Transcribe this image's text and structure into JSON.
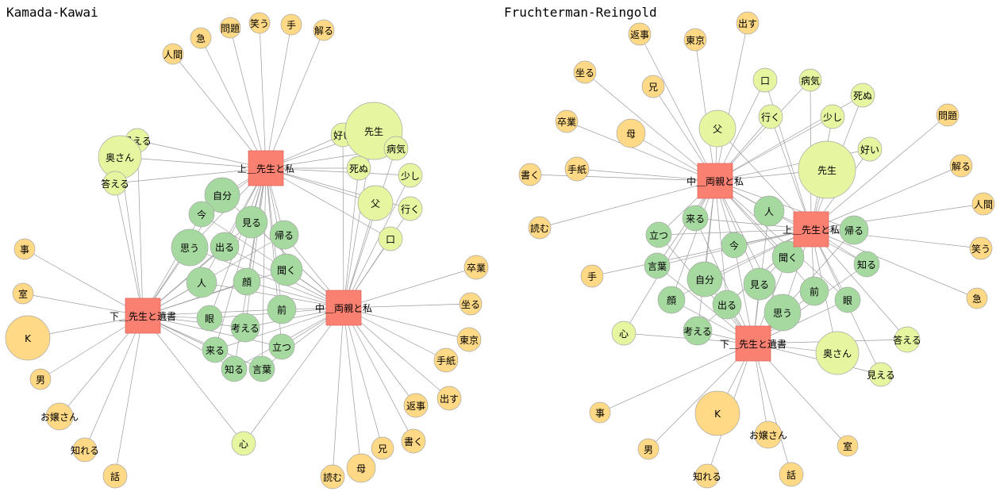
{
  "colors": {
    "hub": "#fa8072",
    "orange": "#ffd985",
    "yellow": "#e5f5a0",
    "green": "#a6d9a0",
    "edge": "#9c9c9c"
  },
  "panels": [
    {
      "id": "kk",
      "title": "Kamada-Kawai",
      "hubs": [
        {
          "id": "upper",
          "label": "上＿先生と私"
        },
        {
          "id": "middle",
          "label": "中＿両親と私"
        },
        {
          "id": "lower",
          "label": "下＿先生と遺書"
        }
      ]
    },
    {
      "id": "fr",
      "title": "Fruchterman-Reingold",
      "hubs": [
        {
          "id": "upper",
          "label": "上＿先生と私"
        },
        {
          "id": "middle",
          "label": "中＿両親と私"
        },
        {
          "id": "lower",
          "label": "下＿先生と遺書"
        }
      ]
    }
  ],
  "words": [
    {
      "label": "人間",
      "color": "orange",
      "hubs": [
        "upper"
      ]
    },
    {
      "label": "急",
      "color": "orange",
      "hubs": [
        "upper"
      ]
    },
    {
      "label": "問題",
      "color": "orange",
      "hubs": [
        "upper"
      ]
    },
    {
      "label": "笑う",
      "color": "orange",
      "hubs": [
        "upper"
      ]
    },
    {
      "label": "手",
      "color": "orange",
      "hubs": [
        "upper"
      ]
    },
    {
      "label": "解る",
      "color": "orange",
      "hubs": [
        "upper"
      ]
    },
    {
      "label": "見える",
      "color": "yellow",
      "hubs": [
        "upper",
        "lower"
      ]
    },
    {
      "label": "奥さん",
      "color": "yellow",
      "hubs": [
        "upper",
        "lower"
      ]
    },
    {
      "label": "答える",
      "color": "yellow",
      "hubs": [
        "upper",
        "lower"
      ]
    },
    {
      "label": "好い",
      "color": "yellow",
      "hubs": [
        "upper",
        "middle"
      ]
    },
    {
      "label": "先生",
      "color": "yellow",
      "hubs": [
        "upper",
        "middle"
      ]
    },
    {
      "label": "病気",
      "color": "yellow",
      "hubs": [
        "upper",
        "middle"
      ]
    },
    {
      "label": "死ぬ",
      "color": "yellow",
      "hubs": [
        "upper",
        "middle"
      ]
    },
    {
      "label": "少し",
      "color": "yellow",
      "hubs": [
        "upper",
        "middle"
      ]
    },
    {
      "label": "父",
      "color": "yellow",
      "hubs": [
        "upper",
        "middle"
      ]
    },
    {
      "label": "行く",
      "color": "yellow",
      "hubs": [
        "upper",
        "middle"
      ]
    },
    {
      "label": "口",
      "color": "yellow",
      "hubs": [
        "upper",
        "middle"
      ]
    },
    {
      "label": "心",
      "color": "yellow",
      "hubs": [
        "middle",
        "lower"
      ]
    },
    {
      "label": "自分",
      "color": "green",
      "hubs": [
        "upper",
        "middle",
        "lower"
      ]
    },
    {
      "label": "今",
      "color": "green",
      "hubs": [
        "upper",
        "middle",
        "lower"
      ]
    },
    {
      "label": "見る",
      "color": "green",
      "hubs": [
        "upper",
        "middle",
        "lower"
      ]
    },
    {
      "label": "帰る",
      "color": "green",
      "hubs": [
        "upper",
        "middle",
        "lower"
      ]
    },
    {
      "label": "思う",
      "color": "green",
      "hubs": [
        "upper",
        "middle",
        "lower"
      ]
    },
    {
      "label": "出る",
      "color": "green",
      "hubs": [
        "upper",
        "middle",
        "lower"
      ]
    },
    {
      "label": "聞く",
      "color": "green",
      "hubs": [
        "upper",
        "middle",
        "lower"
      ]
    },
    {
      "label": "人",
      "color": "green",
      "hubs": [
        "upper",
        "middle",
        "lower"
      ]
    },
    {
      "label": "顔",
      "color": "green",
      "hubs": [
        "upper",
        "middle",
        "lower"
      ]
    },
    {
      "label": "前",
      "color": "green",
      "hubs": [
        "upper",
        "middle",
        "lower"
      ]
    },
    {
      "label": "眼",
      "color": "green",
      "hubs": [
        "upper",
        "middle",
        "lower"
      ]
    },
    {
      "label": "考える",
      "color": "green",
      "hubs": [
        "upper",
        "middle",
        "lower"
      ]
    },
    {
      "label": "来る",
      "color": "green",
      "hubs": [
        "upper",
        "middle",
        "lower"
      ]
    },
    {
      "label": "立つ",
      "color": "green",
      "hubs": [
        "upper",
        "middle",
        "lower"
      ]
    },
    {
      "label": "知る",
      "color": "green",
      "hubs": [
        "upper",
        "middle",
        "lower"
      ]
    },
    {
      "label": "言葉",
      "color": "green",
      "hubs": [
        "upper",
        "middle",
        "lower"
      ]
    },
    {
      "label": "事",
      "color": "orange",
      "hubs": [
        "lower"
      ]
    },
    {
      "label": "室",
      "color": "orange",
      "hubs": [
        "lower"
      ]
    },
    {
      "label": "K",
      "color": "orange",
      "hubs": [
        "lower"
      ]
    },
    {
      "label": "男",
      "color": "orange",
      "hubs": [
        "lower"
      ]
    },
    {
      "label": "お嬢さん",
      "color": "orange",
      "hubs": [
        "lower"
      ]
    },
    {
      "label": "知れる",
      "color": "orange",
      "hubs": [
        "lower"
      ]
    },
    {
      "label": "話",
      "color": "orange",
      "hubs": [
        "lower"
      ]
    },
    {
      "label": "卒業",
      "color": "orange",
      "hubs": [
        "middle"
      ]
    },
    {
      "label": "坐る",
      "color": "orange",
      "hubs": [
        "middle"
      ]
    },
    {
      "label": "東京",
      "color": "orange",
      "hubs": [
        "middle"
      ]
    },
    {
      "label": "手紙",
      "color": "orange",
      "hubs": [
        "middle"
      ]
    },
    {
      "label": "出す",
      "color": "orange",
      "hubs": [
        "middle"
      ]
    },
    {
      "label": "返事",
      "color": "orange",
      "hubs": [
        "middle"
      ]
    },
    {
      "label": "書く",
      "color": "orange",
      "hubs": [
        "middle"
      ]
    },
    {
      "label": "兄",
      "color": "orange",
      "hubs": [
        "middle"
      ]
    },
    {
      "label": "母",
      "color": "orange",
      "hubs": [
        "middle"
      ]
    },
    {
      "label": "読む",
      "color": "orange",
      "hubs": [
        "middle"
      ]
    }
  ]
}
